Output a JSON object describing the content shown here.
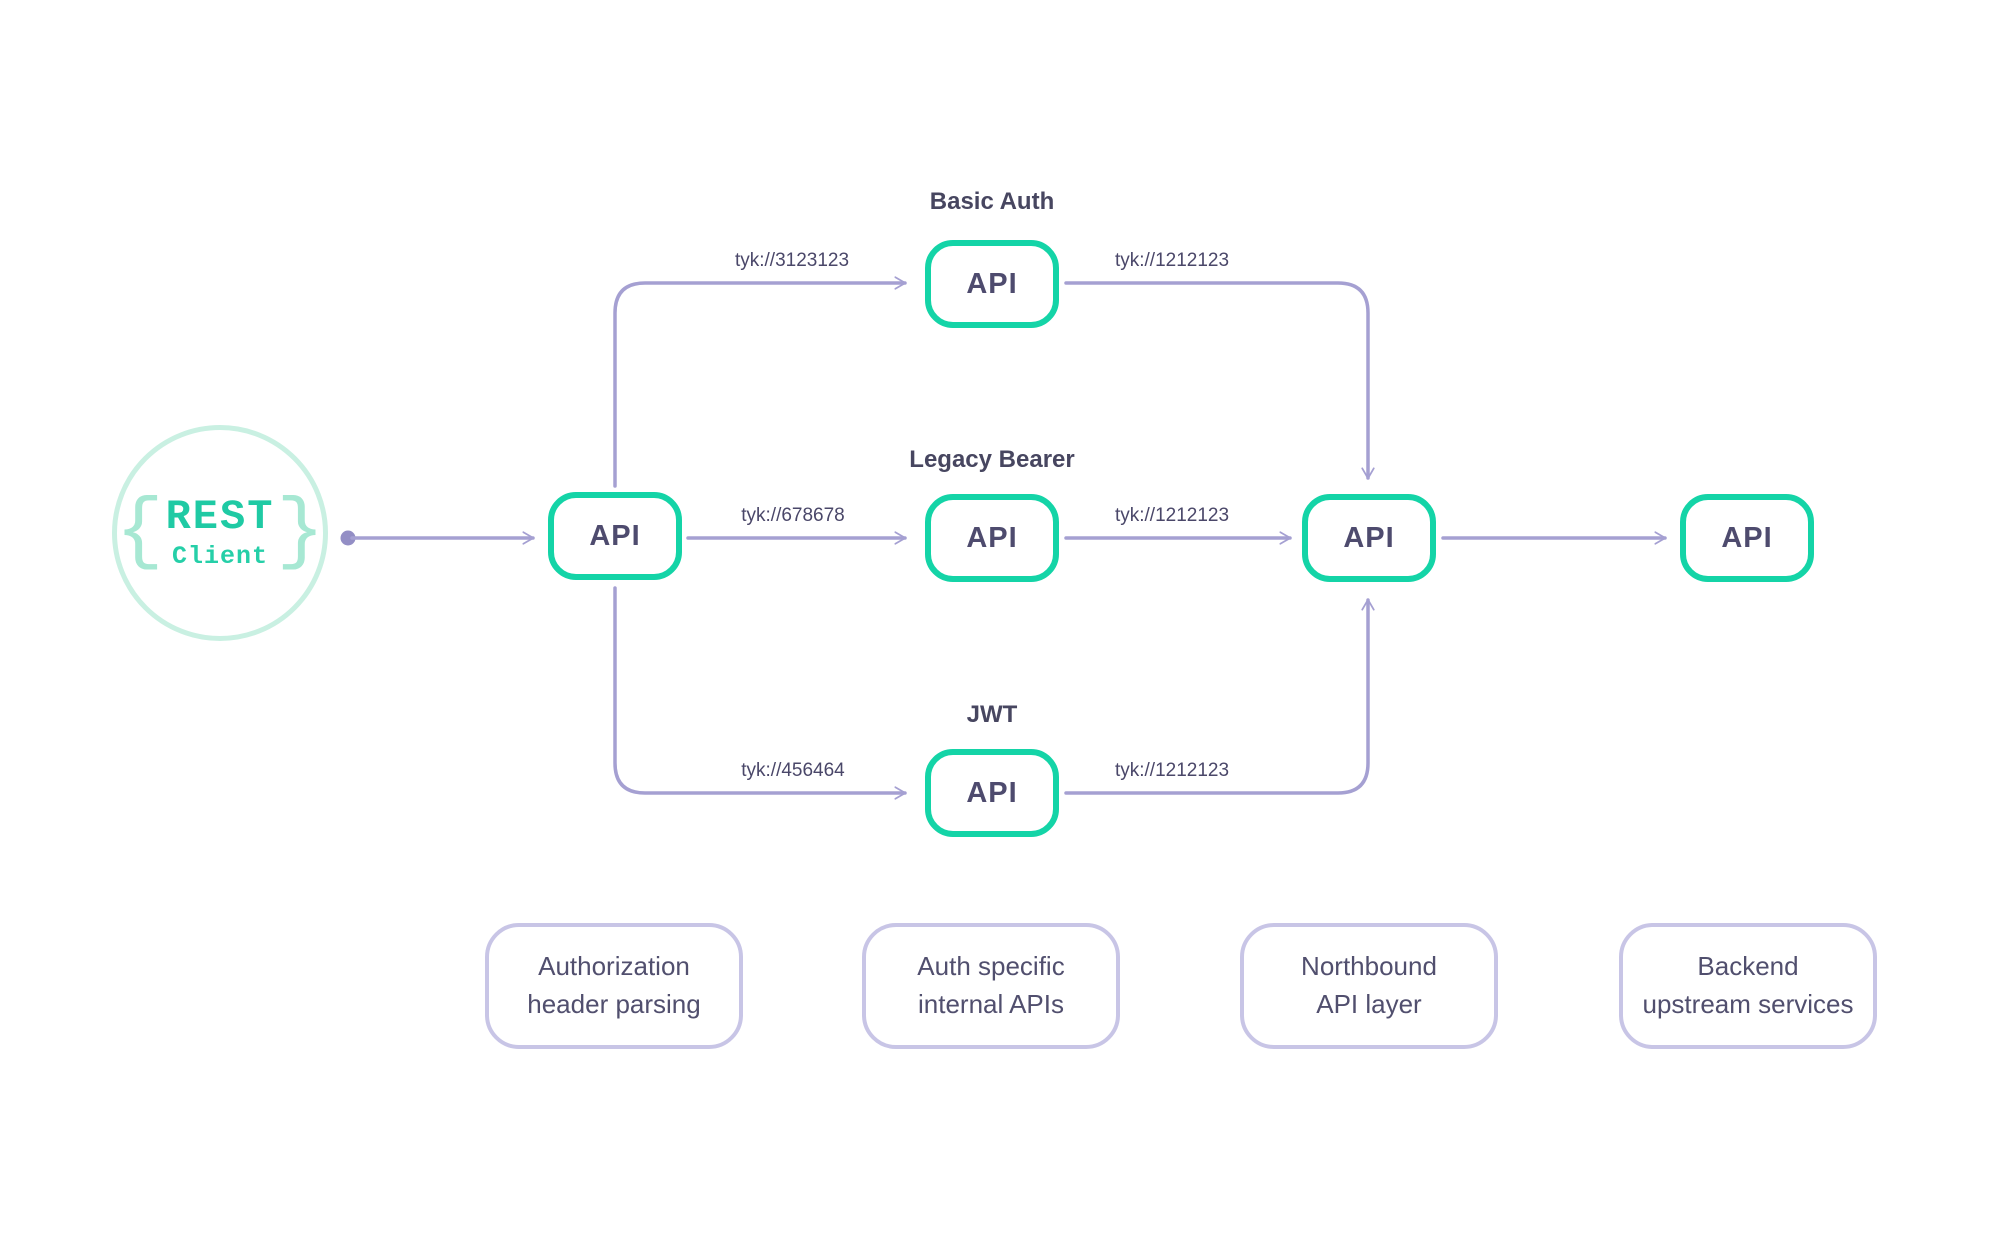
{
  "colors": {
    "accent_teal": "#14d4a7",
    "line_purple": "#a5a0d2",
    "dot_purple": "#938ec5",
    "text_dark": "#4b4967",
    "mint_light": "#c9f0e2"
  },
  "client": {
    "title": "REST",
    "subtitle": "Client",
    "brace_left": "{",
    "brace_right": "}"
  },
  "auth_titles": {
    "basic": "Basic Auth",
    "legacy": "Legacy Bearer",
    "jwt": "JWT"
  },
  "nodes": {
    "auth_parse": {
      "label": "API"
    },
    "basic": {
      "label": "API"
    },
    "legacy": {
      "label": "API"
    },
    "jwt": {
      "label": "API"
    },
    "northbound": {
      "label": "API"
    },
    "backend": {
      "label": "API"
    }
  },
  "edge_labels": {
    "to_basic": "tyk://3123123",
    "to_legacy": "tyk://678678",
    "to_jwt": "tyk://456464",
    "from_basic": "tyk://1212123",
    "from_legacy": "tyk://1212123",
    "from_jwt": "tyk://1212123"
  },
  "legend": {
    "auth_parse": "Authorization\nheader parsing",
    "internal_apis": "Auth specific\ninternal APIs",
    "northbound": "Northbound\nAPI layer",
    "backend": "Backend\nupstream services"
  }
}
